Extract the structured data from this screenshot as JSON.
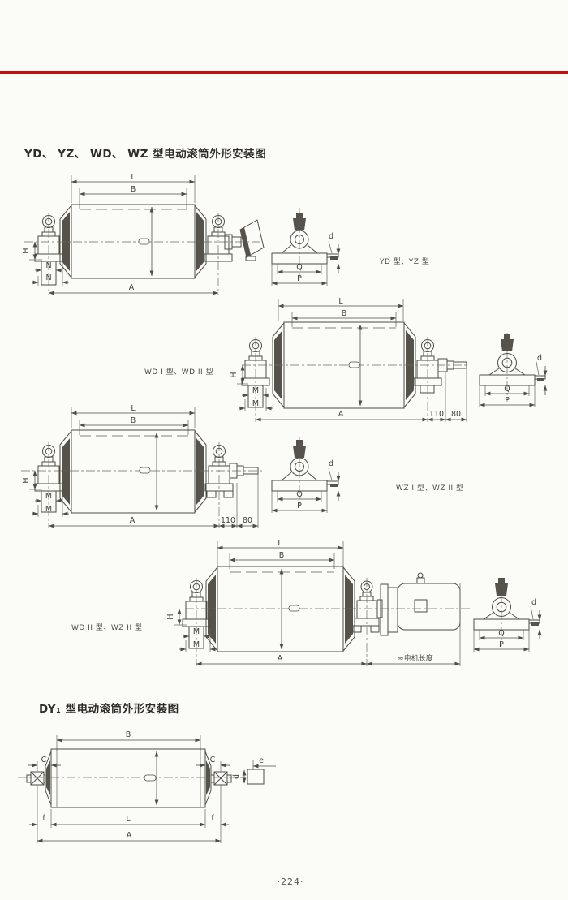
{
  "page": {
    "page_number": "·224·",
    "accent_red": "#c2100e"
  },
  "s1": {
    "title": "YD、 YZ、 WD、 WZ 型电动滚筒外形安装图",
    "r1": {
      "type_label": "YD 型、YZ 型",
      "L": "L",
      "B": "B",
      "A": "A",
      "H": "H",
      "N1": "N",
      "N2": "N",
      "pd": "d",
      "pQ": "Q",
      "pP": "P"
    },
    "r2": {
      "type_label": "WD I 型、WD II 型",
      "L": "L",
      "B": "B",
      "A": "A",
      "H": "H",
      "M1": "M",
      "M2": "M",
      "n110": "110",
      "n80": "80",
      "pd": "d",
      "pQ": "Q",
      "pP": "P"
    },
    "r3": {
      "type_label": "WZ I 型、WZ II 型",
      "L": "L",
      "B": "B",
      "A": "A",
      "H": "H",
      "M1": "M",
      "M2": "M",
      "n110": "110",
      "n80": "80",
      "pd": "d",
      "pQ": "Q",
      "pP": "P"
    },
    "r4": {
      "type_label": "WD II 型、WZ II 型",
      "L": "L",
      "B": "B",
      "A": "A",
      "H": "H",
      "M1": "M",
      "M2": "M",
      "motor_len": "≈电机长度",
      "pd": "d",
      "pQ": "Q",
      "pP": "P"
    }
  },
  "s2": {
    "title": "DY₁ 型电动滚筒外形安装图",
    "d": {
      "B": "B",
      "C1": "C",
      "C2": "C",
      "e": "e",
      "dd": "d",
      "f1": "f",
      "f2": "f",
      "L": "L",
      "A": "A"
    }
  }
}
